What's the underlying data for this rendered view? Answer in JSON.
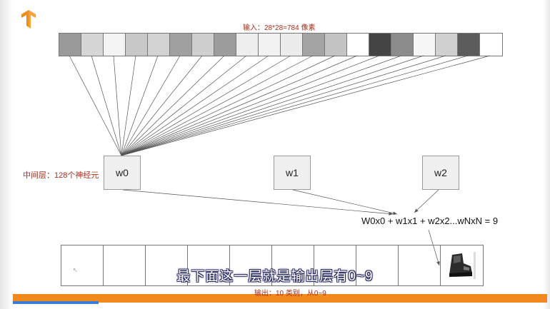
{
  "input_label": "输入：28*28=784 像素",
  "hidden_label": "中间层：128个神经元",
  "neurons": [
    "w0",
    "w1",
    "w2"
  ],
  "formula": "W0x0 + w1x1 + w2x2...wNxN = 9",
  "output_label": "输出：10 类别，从0~9",
  "subtitle": "最下面这一层就是输出层有0~9",
  "pixel_shades": [
    "#9a9a9a",
    "#d6d6d6",
    "#f4f4f4",
    "#c8c8c8",
    "#d2d2d2",
    "#a0a0a0",
    "#cfcfcf",
    "#9c9c9c",
    "#eeeeee",
    "#f2f2f2",
    "#ececec",
    "#a4a4a4",
    "#c4c4c4",
    "#ffffff",
    "#444444",
    "#8c8c8c",
    "#f6f6f6",
    "#d0d0d0",
    "#5c5c5c",
    "#ffffff"
  ],
  "colors": {
    "accent": "#a3321f",
    "orange": "#f08a1d",
    "progress": "#3a7bd5"
  },
  "icons": {
    "logo": "tensorflow-logo-icon",
    "cursor": "cursor-icon",
    "boot": "boot-image"
  }
}
